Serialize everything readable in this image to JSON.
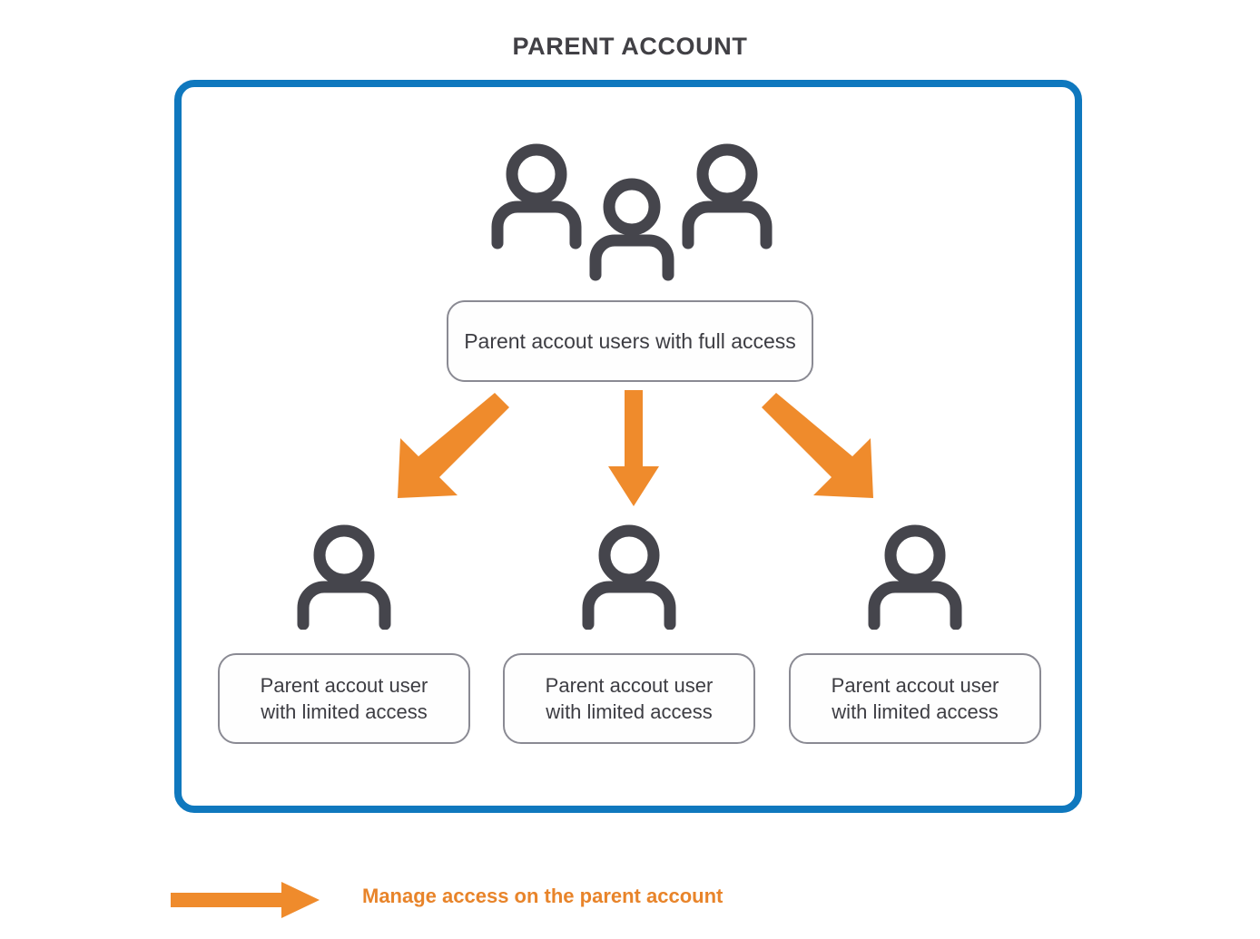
{
  "title": "PARENT ACCOUNT",
  "colors": {
    "frame_blue": "#0f78be",
    "arrow_orange": "#ef8b2c",
    "legend_orange": "#e8842a",
    "icon_gray": "#45454c",
    "box_border_gray": "#8a8a93",
    "text_gray": "#3d3d43"
  },
  "frame": {
    "top_node": {
      "icon": "group-of-users-icon",
      "label": "Parent accout users with full access"
    },
    "branch_arrows": [
      {
        "name": "arrow-to-limited-user-1",
        "direction": "down-left"
      },
      {
        "name": "arrow-to-limited-user-2",
        "direction": "down"
      },
      {
        "name": "arrow-to-limited-user-3",
        "direction": "down-right"
      }
    ],
    "child_nodes": [
      {
        "icon": "person-icon",
        "label_line_1": "Parent accout user",
        "label_line_2": "with limited access"
      },
      {
        "icon": "person-icon",
        "label_line_1": "Parent accout user",
        "label_line_2": "with limited access"
      },
      {
        "icon": "person-icon",
        "label_line_1": "Parent accout user",
        "label_line_2": "with limited access"
      }
    ]
  },
  "legend": {
    "icon": "right-arrow-icon",
    "text": "Manage access on the parent account"
  }
}
